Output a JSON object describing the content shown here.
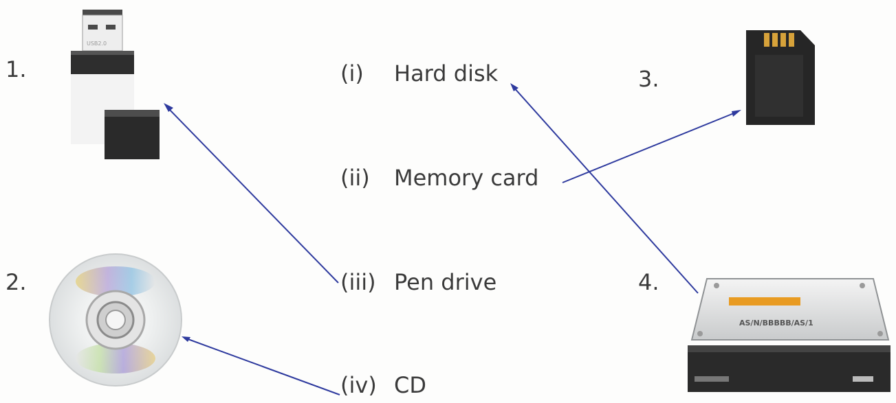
{
  "items": [
    {
      "number": "1.",
      "icon": "pen-drive-icon"
    },
    {
      "number": "2.",
      "icon": "cd-icon"
    },
    {
      "number": "3.",
      "icon": "memory-card-icon"
    },
    {
      "number": "4.",
      "icon": "hard-disk-icon"
    }
  ],
  "terms": [
    {
      "roman": "(i)",
      "label": "Hard disk"
    },
    {
      "roman": "(ii)",
      "label": "Memory card"
    },
    {
      "roman": "(iii)",
      "label": "Pen drive"
    },
    {
      "roman": "(iv)",
      "label": "CD"
    }
  ],
  "hdd_label_text": "AS/N/BBBBB/AS/1",
  "usb_label_text": "USB2.0",
  "colors": {
    "connector_line": "#2e3a9e"
  }
}
